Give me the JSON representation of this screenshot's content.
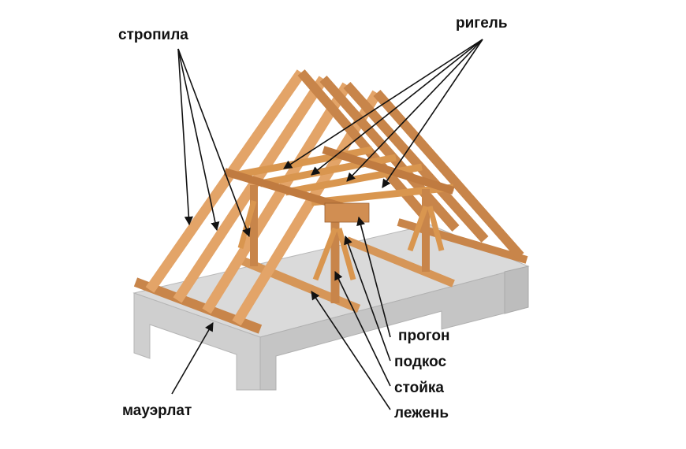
{
  "labels": {
    "rafters": "стропила",
    "collar": "ригель",
    "purlin": "прогон",
    "strut": "подкос",
    "post": "стойка",
    "sill_beam": "лежень",
    "wall_plate": "мауэрлат"
  },
  "colors": {
    "timber_light": "#e3a468",
    "timber_mid": "#c8854a",
    "timber_dark": "#9a5f2f",
    "concrete_top": "#dadada",
    "concrete_front": "#cfcfcf",
    "concrete_side": "#bdbdbd",
    "text": "#111111",
    "arrow": "#111111"
  }
}
